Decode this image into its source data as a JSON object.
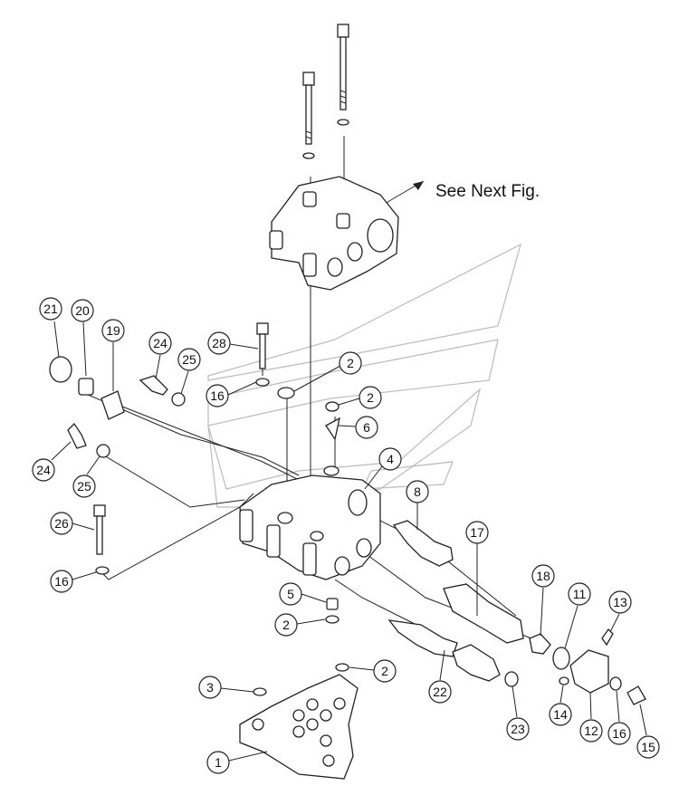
{
  "diagram": {
    "note_text": "See Next Fig.",
    "callouts": [
      {
        "id": "c21a",
        "label": "21"
      },
      {
        "id": "c20",
        "label": "20"
      },
      {
        "id": "c19",
        "label": "19"
      },
      {
        "id": "c24a",
        "label": "24"
      },
      {
        "id": "c25a",
        "label": "25"
      },
      {
        "id": "c28",
        "label": "28"
      },
      {
        "id": "c16a",
        "label": "16"
      },
      {
        "id": "c2a",
        "label": "2"
      },
      {
        "id": "c2b",
        "label": "2"
      },
      {
        "id": "c6",
        "label": "6"
      },
      {
        "id": "c4",
        "label": "4"
      },
      {
        "id": "c8",
        "label": "8"
      },
      {
        "id": "c24b",
        "label": "24"
      },
      {
        "id": "c25b",
        "label": "25"
      },
      {
        "id": "c26",
        "label": "26"
      },
      {
        "id": "c16b",
        "label": "16"
      },
      {
        "id": "c17",
        "label": "17"
      },
      {
        "id": "c18",
        "label": "18"
      },
      {
        "id": "c11",
        "label": "11"
      },
      {
        "id": "c13",
        "label": "13"
      },
      {
        "id": "c5",
        "label": "5"
      },
      {
        "id": "c2c",
        "label": "2"
      },
      {
        "id": "c2d",
        "label": "2"
      },
      {
        "id": "c3",
        "label": "3"
      },
      {
        "id": "c22",
        "label": "22"
      },
      {
        "id": "c23",
        "label": "23"
      },
      {
        "id": "c14",
        "label": "14"
      },
      {
        "id": "c12",
        "label": "12"
      },
      {
        "id": "c16c",
        "label": "16"
      },
      {
        "id": "c15",
        "label": "15"
      },
      {
        "id": "c1",
        "label": "1"
      }
    ]
  }
}
